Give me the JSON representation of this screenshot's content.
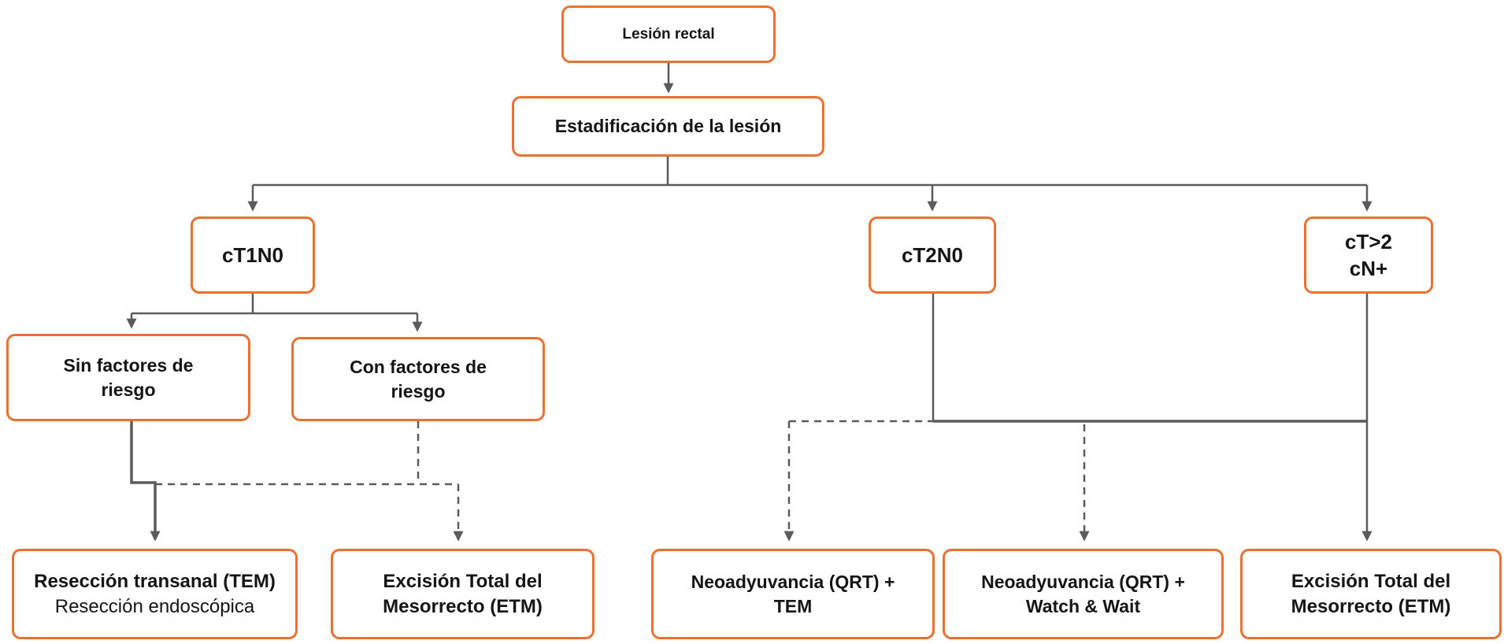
{
  "colors": {
    "accent_orange": "#E97132",
    "connector_gray": "#5B5B5B",
    "text_dark": "#151515",
    "background": "#FFFFFF"
  },
  "nodes": {
    "lesion_rectal": {
      "label": "Lesión rectal"
    },
    "estadificacion": {
      "label": "Estadificación de la lesión"
    },
    "ct1n0": {
      "label": "cT1N0"
    },
    "ct2n0": {
      "label": "cT2N0"
    },
    "ctgt2": {
      "label": "cT>2\ncN+"
    },
    "sin_factores": {
      "label": "Sin factores de\nriesgo"
    },
    "con_factores": {
      "label": "Con factores de\nriesgo"
    },
    "reseccion": {
      "label": "Resección transanal (TEM)",
      "sublabel": "Resección endoscópica"
    },
    "etm_izquierda": {
      "label": "Excisión Total del\nMesorrecto (ETM)"
    },
    "neo_tem": {
      "label": "Neoadyuvancia (QRT) +\nTEM"
    },
    "neo_watchwait": {
      "label": "Neoadyuvancia (QRT) +\nWatch & Wait"
    },
    "etm_derecha": {
      "label": "Excisión Total del\nMesorrecto (ETM)"
    }
  }
}
